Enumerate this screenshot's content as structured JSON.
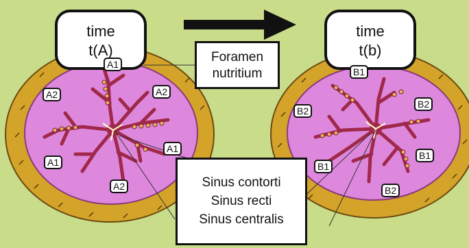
{
  "colors": {
    "background": "#c9dc8a",
    "bone": "#d4a32a",
    "marrow": "#dd88dd",
    "vessel": "#a0284a",
    "cell": "#e8b060"
  },
  "left_callout": {
    "line1": "time",
    "line2": "t(A)"
  },
  "right_callout": {
    "line1": "time",
    "line2": "t(b)"
  },
  "foramen_box": {
    "line1": "Foramen",
    "line2": "nutritium"
  },
  "sinus_box": {
    "line1": "Sinus contorti",
    "line2": "Sinus recti",
    "line3": "Sinus centralis"
  },
  "labels_left": [
    "A1",
    "A2",
    "A2",
    "A1",
    "A1",
    "A2"
  ],
  "labels_right": [
    "B1",
    "B2",
    "B2",
    "B1",
    "B1",
    "B2"
  ],
  "arrow_icon": "right-arrow-icon"
}
